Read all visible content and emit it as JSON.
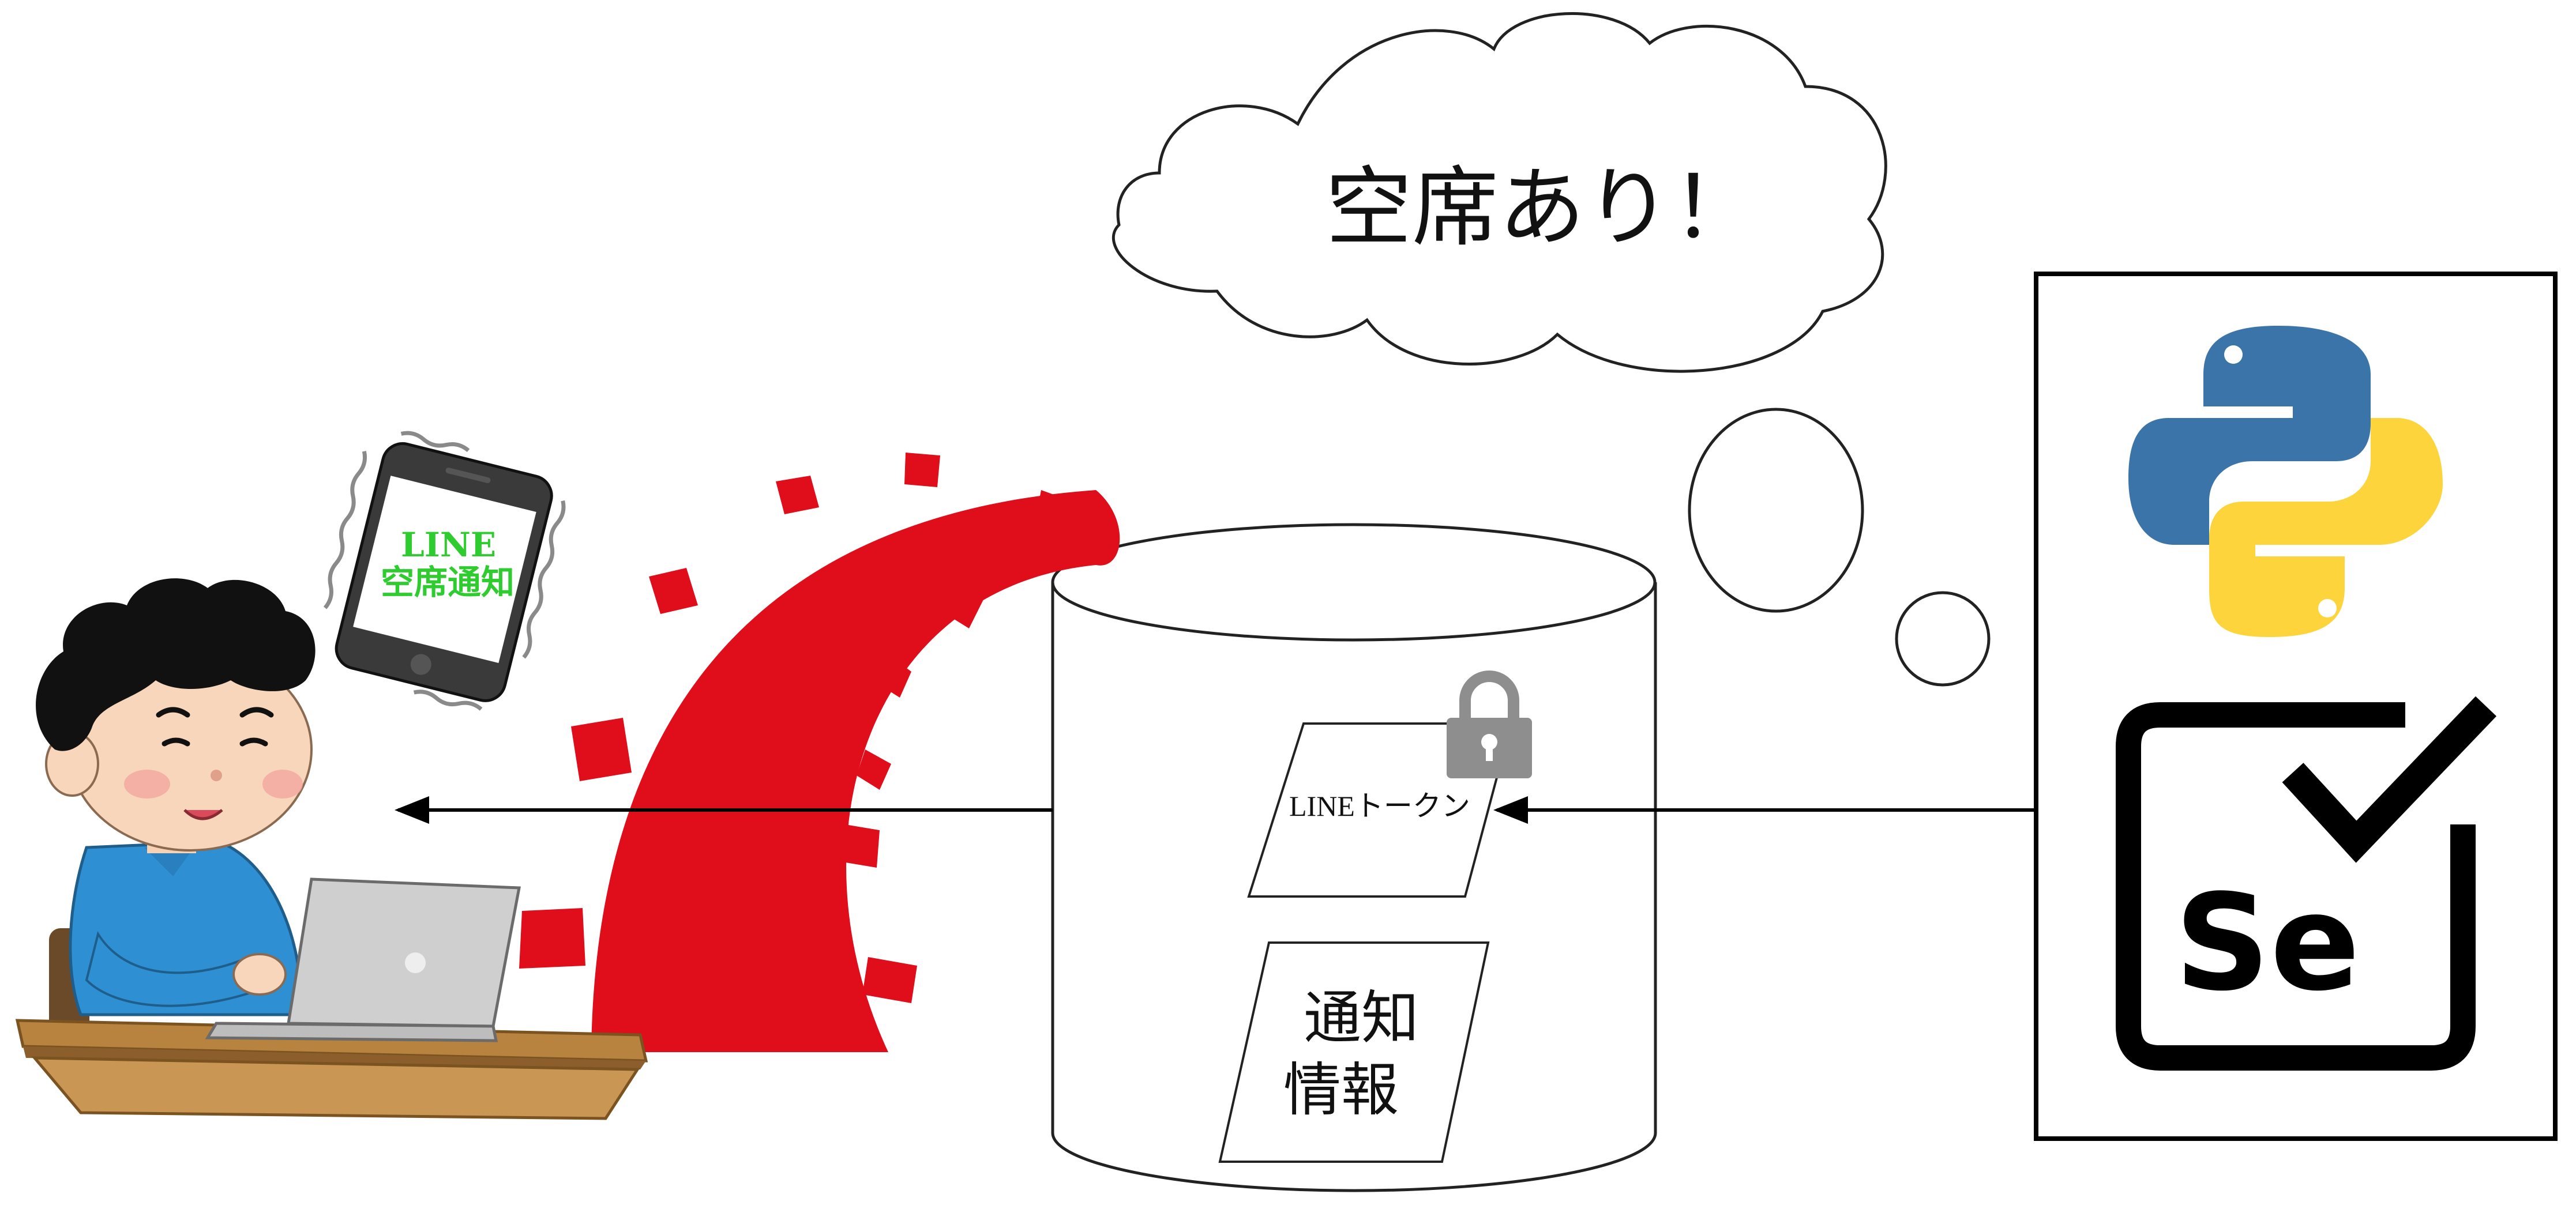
{
  "cloud_text": "空席あり！",
  "phone": {
    "line1": "LINE",
    "line2": "空席通知"
  },
  "database": {
    "token_label": "LINEトークン",
    "info_line1": "通知",
    "info_line2": "情報"
  },
  "tools": {
    "selenium_text": "Se"
  },
  "colors": {
    "rails_red": "#e00d1b",
    "python_blue": "#3b74a8",
    "python_yellow": "#fdd43b",
    "line_green": "#2ecc2e",
    "lock_gray": "#8e8e8e"
  },
  "icons": [
    "person-at-laptop",
    "smartphone-vibrating",
    "rails-logo",
    "database-cylinder",
    "lock-icon",
    "python-logo",
    "selenium-logo",
    "thought-cloud"
  ]
}
